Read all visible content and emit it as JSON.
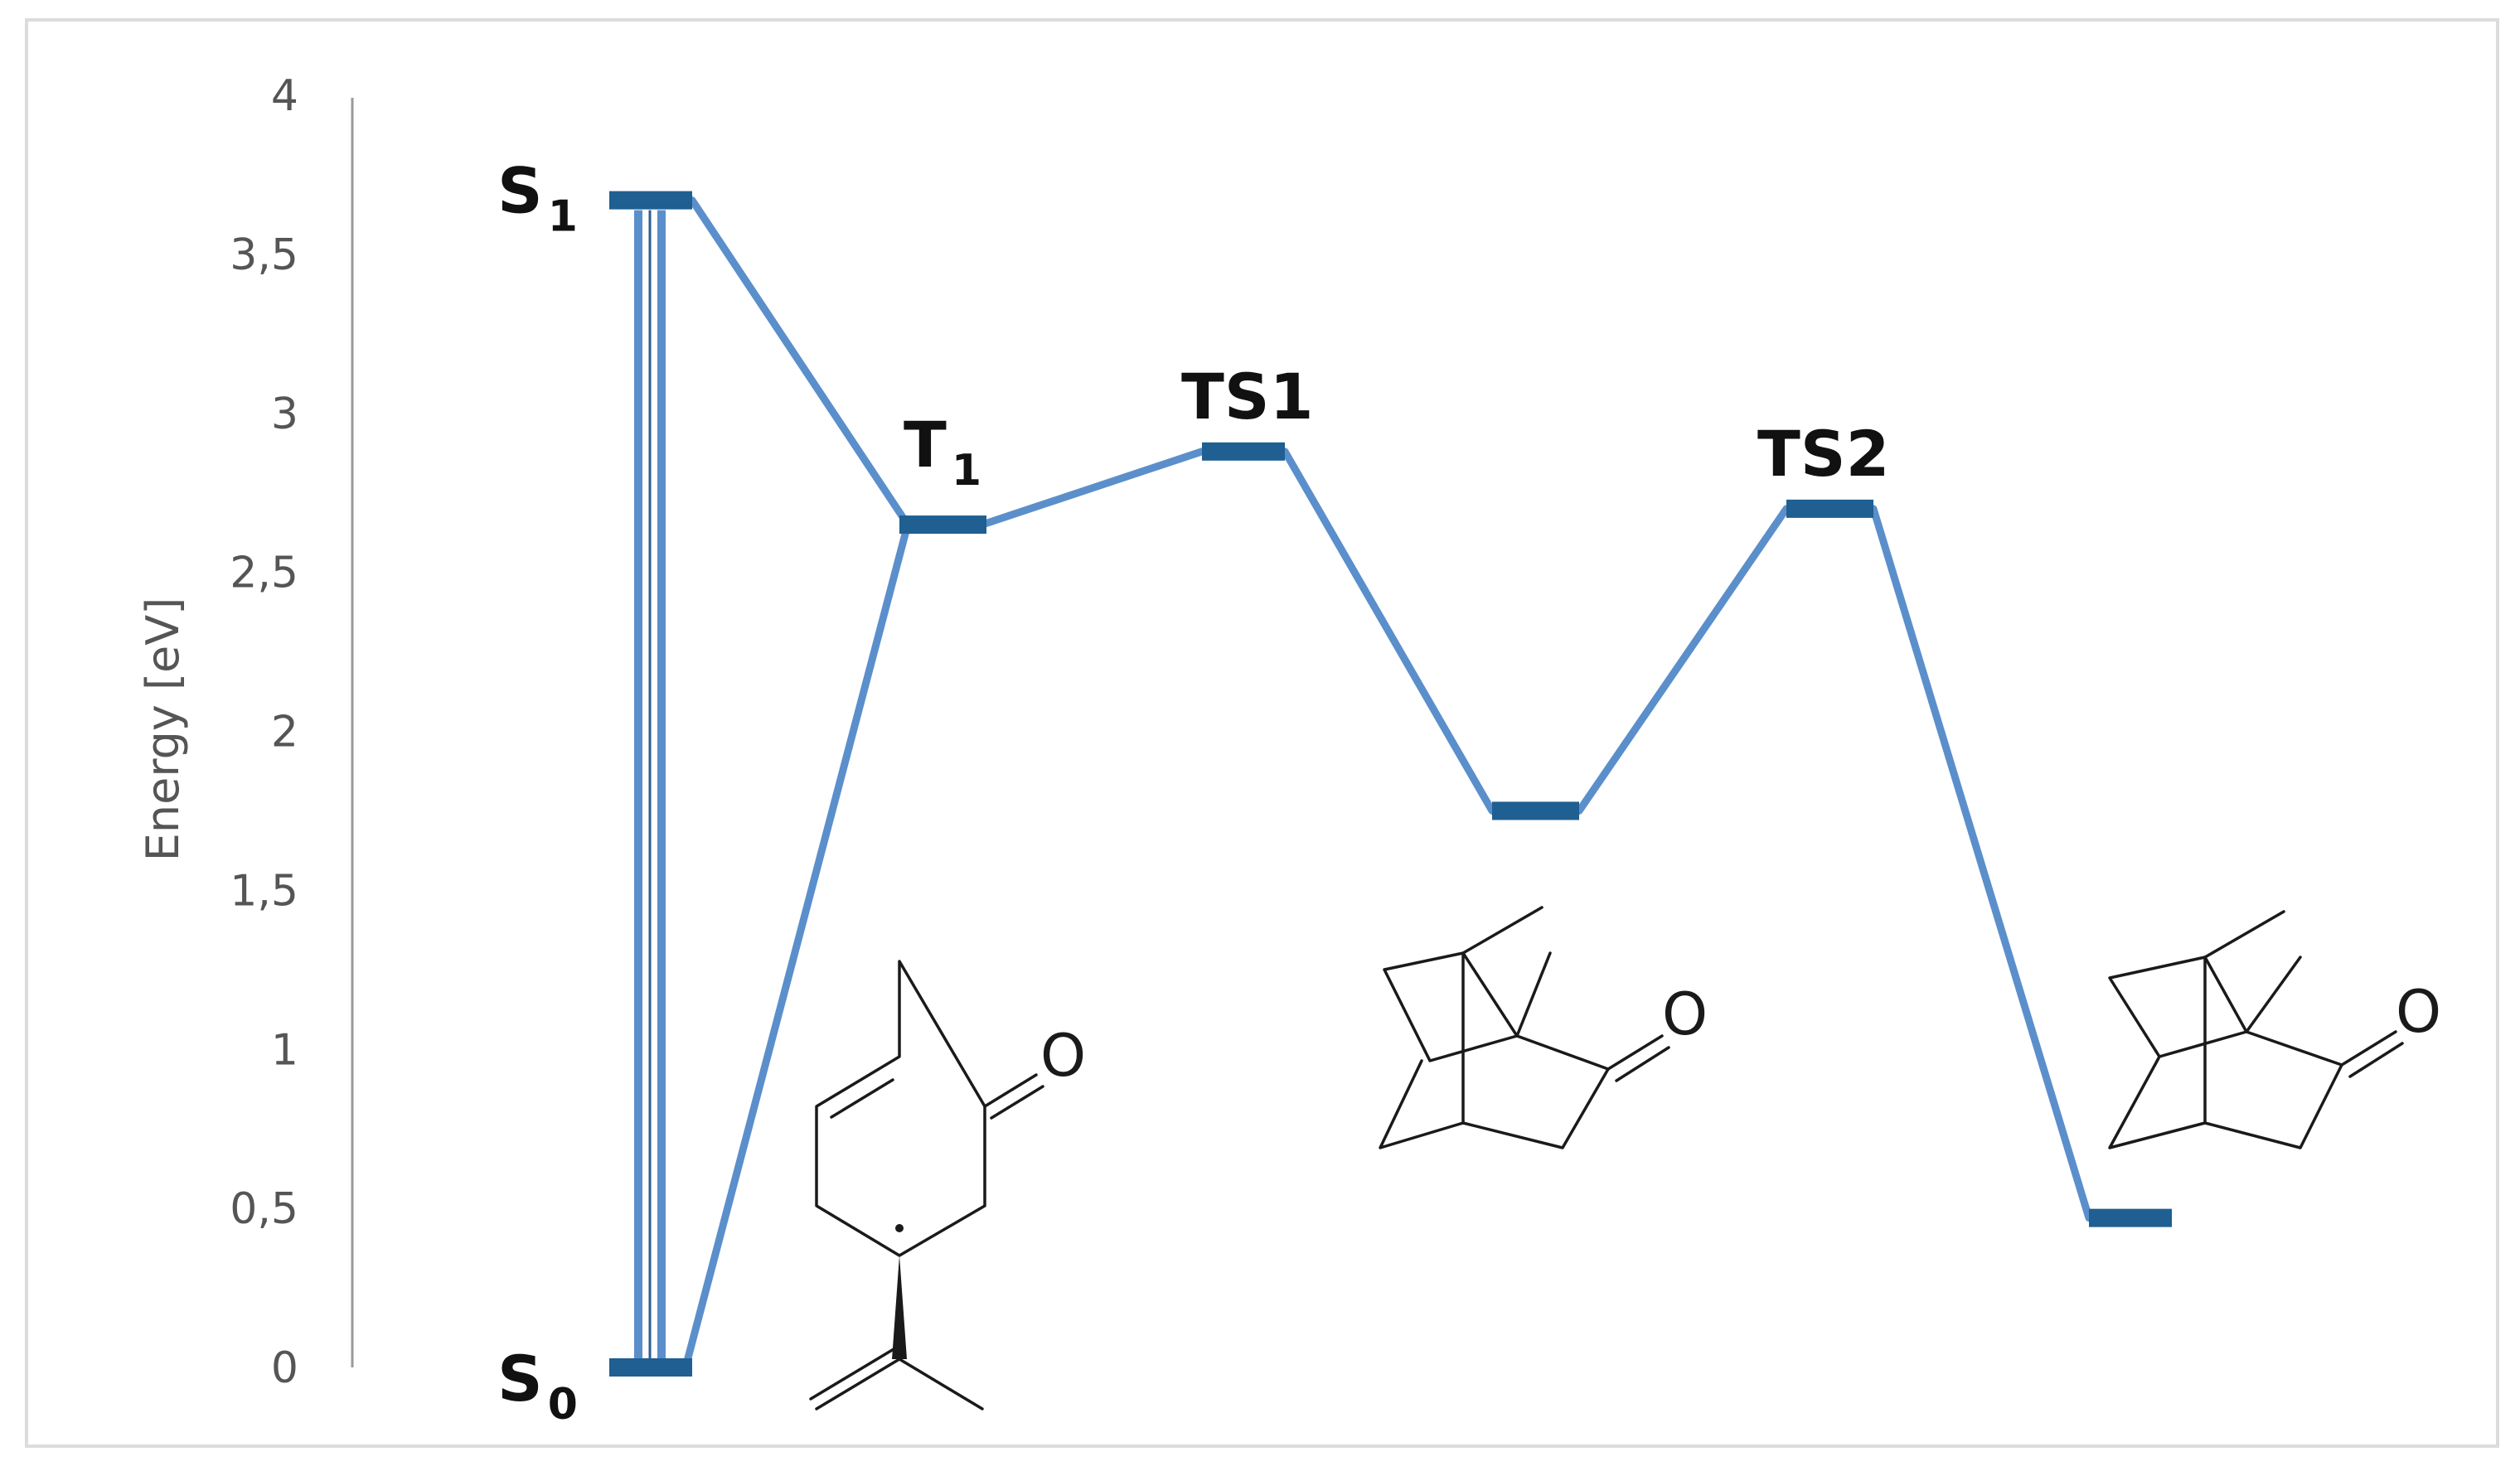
{
  "chart_data": {
    "type": "line",
    "title": "",
    "xlabel": "",
    "ylabel": "Energy [eV]",
    "ylim": [
      0,
      4
    ],
    "yticks": [
      "0",
      "0,5",
      "1",
      "1,5",
      "2",
      "2,5",
      "3",
      "3,5",
      "4"
    ],
    "grid": false,
    "states": [
      {
        "name": "S",
        "sub": "0",
        "energy": 0.0
      },
      {
        "name": "S",
        "sub": "1",
        "energy": 3.67
      },
      {
        "name": "T",
        "sub": "1",
        "energy": 2.65
      },
      {
        "name": "TS1",
        "sub": "",
        "energy": 2.88
      },
      {
        "name": "",
        "sub": "",
        "energy": 1.75
      },
      {
        "name": "TS2",
        "sub": "",
        "energy": 2.7
      },
      {
        "name": "",
        "sub": "",
        "energy": 0.47
      }
    ],
    "colors": {
      "level": "#1f5f91",
      "path": "#5b8fcb",
      "axis": "#999999"
    }
  }
}
